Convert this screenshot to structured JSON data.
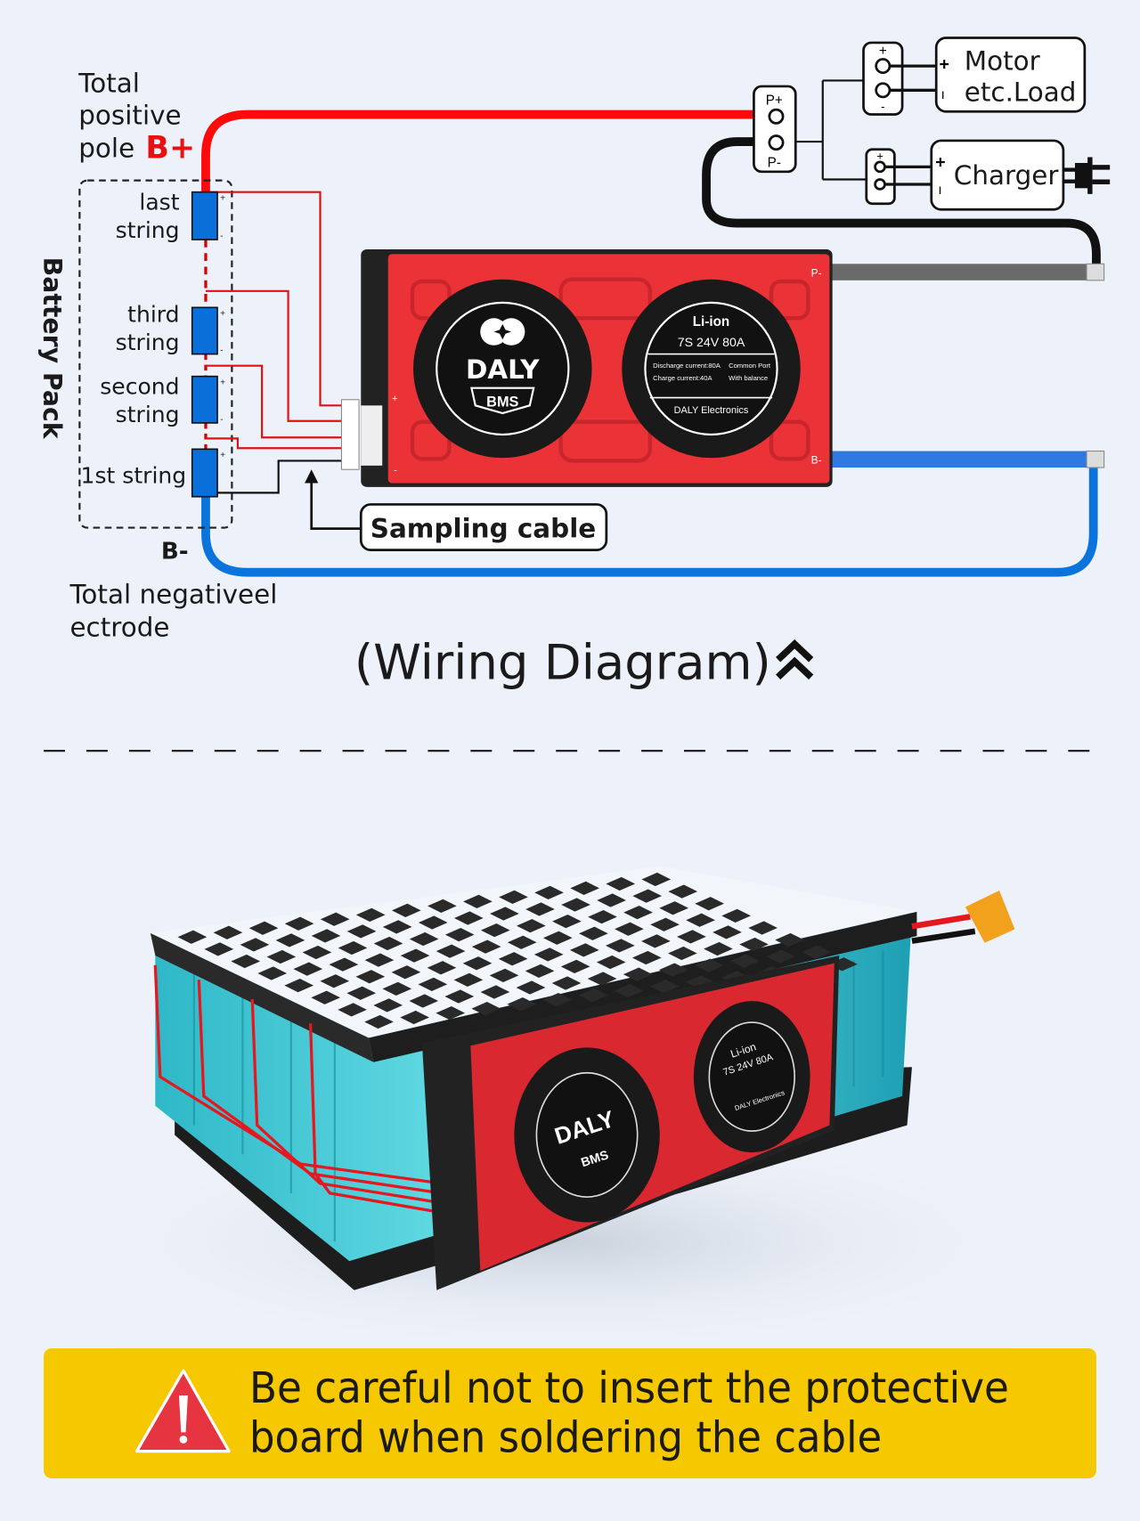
{
  "diagram": {
    "positive_label": [
      "Total",
      "positive",
      "pole"
    ],
    "b_plus": "B+",
    "b_minus": "B-",
    "negative_label": [
      "Total negativeel",
      "ectrode"
    ],
    "battery_pack": "Battery Pack",
    "strings": [
      {
        "line1": "last",
        "line2": "string"
      },
      {
        "line1": "third",
        "line2": "string"
      },
      {
        "line1": "second",
        "line2": "string"
      },
      {
        "line1": "1st string",
        "line2": ""
      }
    ],
    "sampling_cable": "Sampling cable",
    "p_plus": "P+",
    "p_minus": "P-",
    "motor": [
      "Motor",
      "etc.Load"
    ],
    "charger": "Charger",
    "title": "(Wiring Diagram)",
    "colors": {
      "positive": "#ff0a0a",
      "negative": "#0a74dc",
      "cell": "#0a6fd8",
      "board": "#e8313a"
    }
  },
  "bms_board": {
    "brand": "DALY",
    "badge": "BMS",
    "chem": "Li-ion",
    "spec": "7S  24V  80A",
    "discharge": "Discharge current:80A",
    "charge": "Charge current:40A",
    "port": "Common Port",
    "balance": "With balance",
    "maker": "DALY Electronics",
    "p_minus": "P-",
    "b_minus": "B-",
    "plus": "+",
    "minus": "-"
  },
  "photo_board": {
    "brand": "DALY",
    "badge": "BMS",
    "chem": "Li-ion",
    "spec": "7S 24V 80A",
    "maker": "DALY Electronics"
  },
  "warning": {
    "line1": "Be careful not to insert the protective",
    "line2": "board when soldering the cable",
    "icon": "warning-triangle-icon",
    "bg": "#f5c800"
  }
}
